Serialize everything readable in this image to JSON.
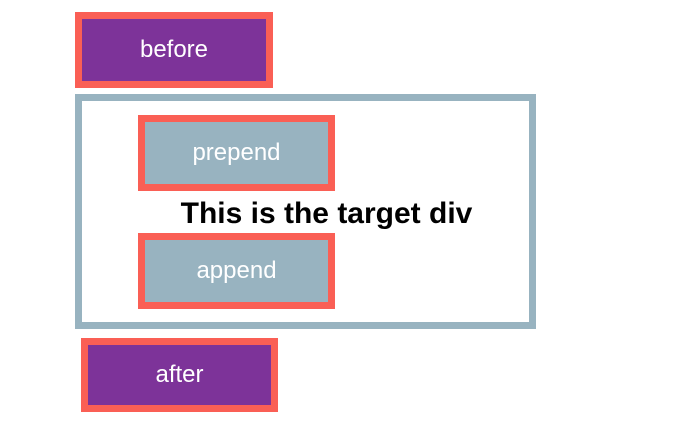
{
  "boxes": {
    "before": "before",
    "prepend": "prepend",
    "append": "append",
    "after": "after"
  },
  "target": {
    "text": "This is the target div"
  },
  "colors": {
    "border_accent": "#fa5f55",
    "purple": "#7d3399",
    "grey_blue": "#98b3c0",
    "text_dark": "#000000",
    "text_light": "#ffffff"
  }
}
